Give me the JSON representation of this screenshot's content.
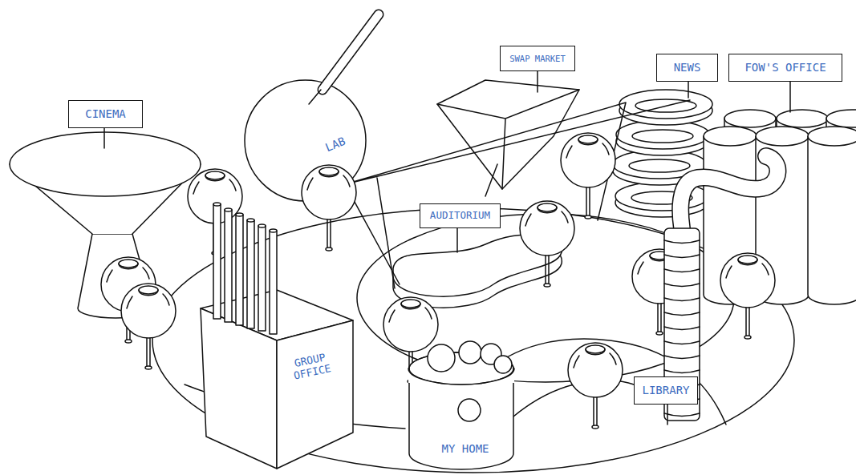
{
  "diagram": {
    "nodes": [
      {
        "text": [
          "SWAP MARKET"
        ]
      },
      {
        "text": [
          "NEWS"
        ]
      },
      {
        "text": [
          "FOW'S OFFICE"
        ]
      },
      {
        "text": [
          "CINEMA"
        ]
      },
      {
        "text": [
          "LAB"
        ]
      },
      {
        "text": [
          "AUDITORIUM"
        ]
      },
      {
        "text": [
          "GROUP OFFICE"
        ]
      },
      {
        "text": [
          "LIBRARY"
        ]
      },
      {
        "text": [
          "MY HOME"
        ]
      }
    ]
  }
}
